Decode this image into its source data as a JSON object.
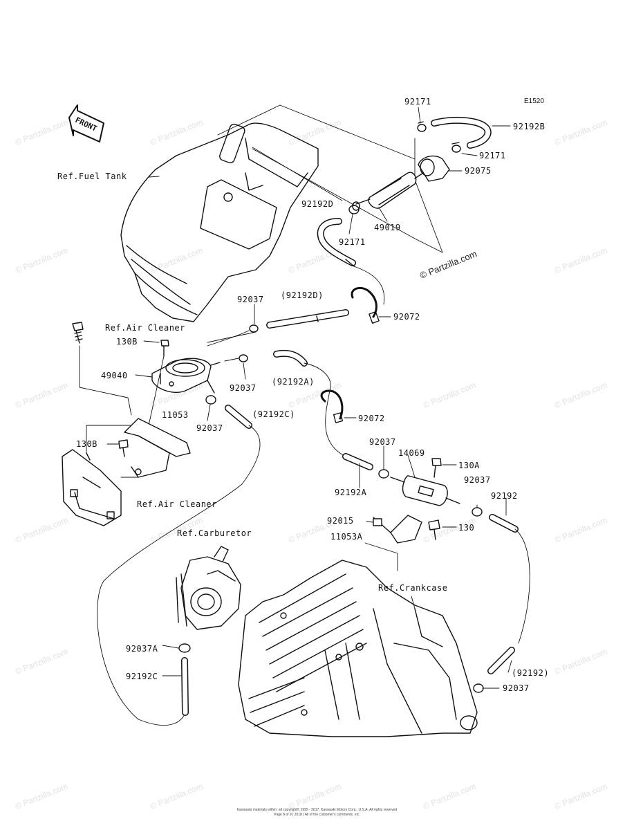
{
  "diagram_code": "E1520",
  "front_label": "FRONT",
  "watermark": "© Partzilla.com",
  "watermark_callout": "© Partzilla.com",
  "copyright_lines": [
    "Kawasaki materials within: all copyright© 1995 - 2017, Kawasaki Motors Corp., U.S.A. All rights reserved",
    "Page 8 of 9 | 2018 | All of the customer's comments, etc."
  ],
  "labels": {
    "l92171_top": "92171",
    "l92192B": "92192B",
    "l92171_mid": "92171",
    "l92075": "92075",
    "l92192D": "92192D",
    "l49019": "49019",
    "l92171_low": "92171",
    "ref_fuel_tank": "Ref.Fuel Tank",
    "l92037_a": "92037",
    "l92192D_paren": "(92192D)",
    "l92072_top": "92072",
    "ref_air_cleaner_top": "Ref.Air Cleaner",
    "l130B_top": "130B",
    "l49040": "49040",
    "l92037_b": "92037",
    "l92192A_paren": "(92192A)",
    "l11053": "11053",
    "l92037_c": "92037",
    "l92192C_paren": "(92192C)",
    "l92072_mid": "92072",
    "l130B_low": "130B",
    "l92037_d": "92037",
    "l14069": "14069",
    "l130A": "130A",
    "l92037_e": "92037",
    "l92192A": "92192A",
    "l92192": "92192",
    "ref_air_cleaner_low": "Ref.Air Cleaner",
    "l92015": "92015",
    "l130": "130",
    "l11053A": "11053A",
    "ref_carburetor": "Ref.Carburetor",
    "ref_crankcase": "Ref.Crankcase",
    "l92037A": "92037A",
    "l92192C": "92192C",
    "l92192_paren": "(92192)",
    "l92037_f": "92037"
  }
}
